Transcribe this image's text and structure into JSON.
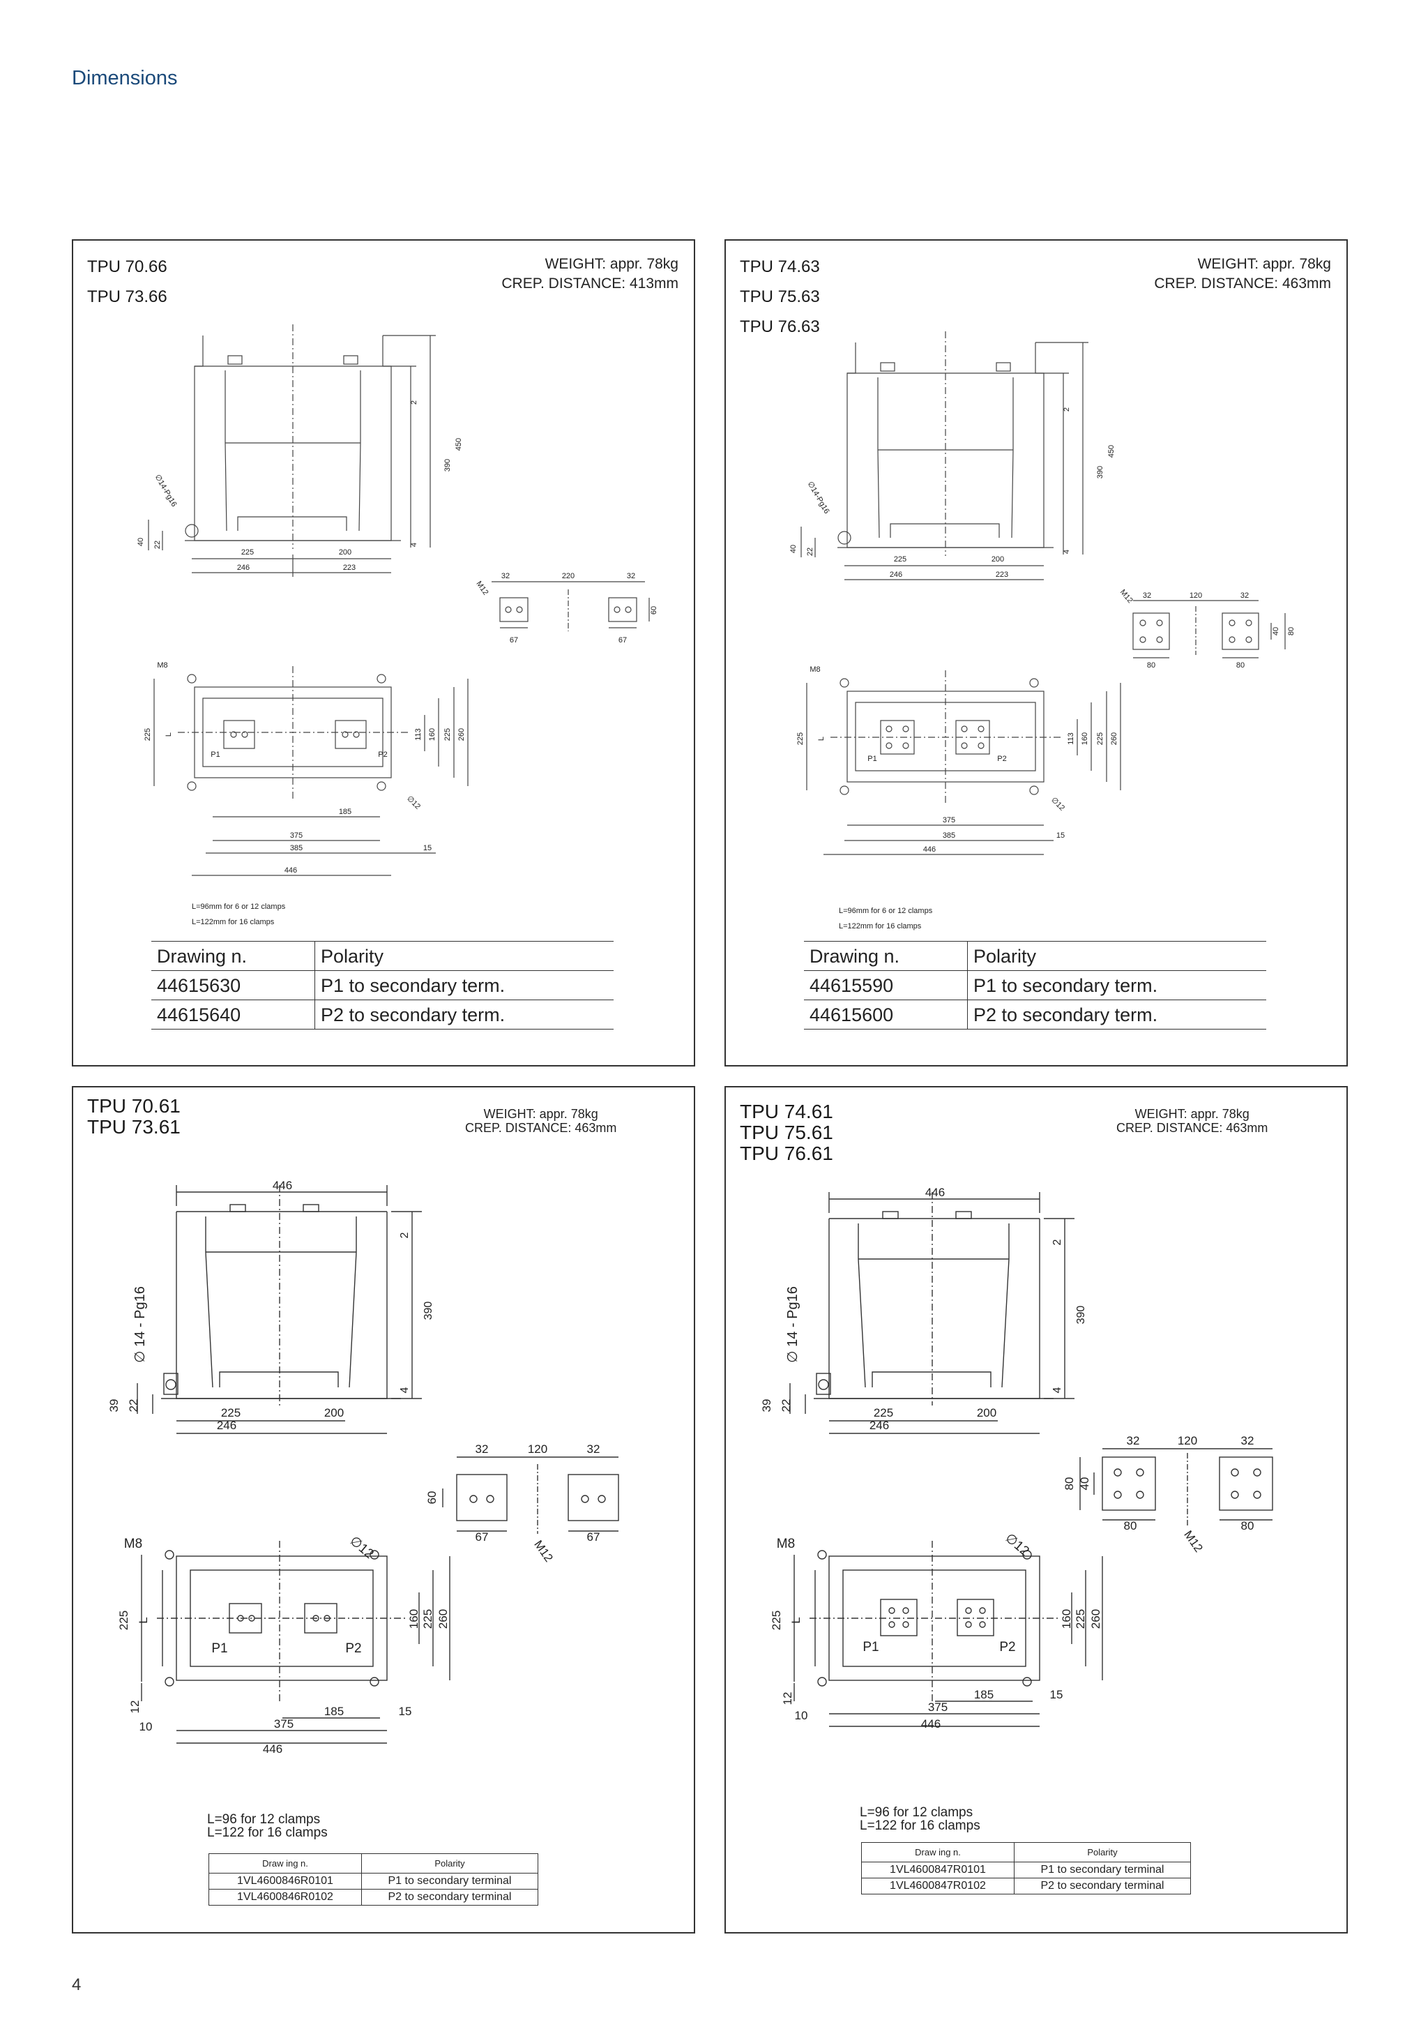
{
  "page_title": "Dimensions",
  "page_number": "4",
  "panels": [
    {
      "models": [
        "TPU 70.66",
        "TPU 73.66"
      ],
      "weight": "WEIGHT: appr. 78kg",
      "creep": "CREP. DISTANCE: 413mm",
      "notes": [
        "L=96mm for 6 or 12 clamps",
        "L=122mm for 16 clamps"
      ],
      "table": {
        "headers": [
          "Drawing n.",
          "Polarity"
        ],
        "rows": [
          [
            "44615630",
            "P1 to secondary term."
          ],
          [
            "44615640",
            "P2 to secondary term."
          ]
        ]
      },
      "dims": {
        "d2": "2",
        "d390": "390",
        "d450": "450",
        "d4": "4",
        "gland": "∅14-Pg16",
        "d40": "40",
        "d22": "22",
        "d225a": "225",
        "d200": "200",
        "d246": "246",
        "d223": "223",
        "d32a": "32",
        "d220": "220",
        "d32b": "32",
        "m12": "M12",
        "d60": "60",
        "d67a": "67",
        "d67b": "67",
        "m8": "M8",
        "d225v": "225",
        "dL": "L",
        "p1": "P1",
        "p2": "P2",
        "d113": "113",
        "d160": "160",
        "d225r": "225",
        "d260": "260",
        "hole": "∅12",
        "d185": "185",
        "d375": "375",
        "d385": "385",
        "d15": "15",
        "d446": "446"
      }
    },
    {
      "models": [
        "TPU 74.63",
        "TPU 75.63",
        "TPU 76.63"
      ],
      "weight": "WEIGHT: appr. 78kg",
      "creep": "CREP. DISTANCE: 463mm",
      "notes": [
        "L=96mm for 6 or 12 clamps",
        "L=122mm for 16 clamps"
      ],
      "table": {
        "headers": [
          "Drawing n.",
          "Polarity"
        ],
        "rows": [
          [
            "44615590",
            "P1 to secondary term."
          ],
          [
            "44615600",
            "P2 to secondary term."
          ]
        ]
      },
      "dims": {
        "d2": "2",
        "d390": "390",
        "d450": "450",
        "d4": "4",
        "gland": "∅14-Pg16",
        "d40": "40",
        "d22": "22",
        "d225a": "225",
        "d200": "200",
        "d246": "246",
        "d223": "223",
        "d32a": "32",
        "d120": "120",
        "d32b": "32",
        "m12": "M12",
        "d40r": "40",
        "d80r": "80",
        "d80a": "80",
        "d80b": "80",
        "m8": "M8",
        "d225v": "225",
        "dL": "L",
        "p1": "P1",
        "p2": "P2",
        "d113": "113",
        "d160": "160",
        "d225r": "225",
        "d260": "260",
        "hole": "∅12",
        "d375": "375",
        "d385": "385",
        "d15": "15",
        "d446": "446"
      }
    },
    {
      "models": [
        "TPU 70.61",
        "TPU 73.61"
      ],
      "weight": "WEIGHT: appr. 78kg",
      "creep": "CREP. DISTANCE: 463mm",
      "notes": [
        "L=96 for 12 clamps",
        "L=122 for 16 clamps"
      ],
      "table": {
        "headers": [
          "Draw ing n.",
          "Polarity"
        ],
        "rows": [
          [
            "1VL4600846R0101",
            "P1 to secondary terminal"
          ],
          [
            "1VL4600846R0102",
            "P2 to secondary terminal"
          ]
        ]
      },
      "dims": {
        "d446top": "446",
        "d2": "2",
        "d390": "390",
        "d4": "4",
        "gland": "∅ 14 - Pg16",
        "d39": "39",
        "d22": "22",
        "d225a": "225",
        "d200": "200",
        "d246": "246",
        "d32a": "32",
        "d120": "120",
        "d32b": "32",
        "d60": "60",
        "d67a": "67",
        "d67b": "67",
        "m12": "M12",
        "m8": "M8",
        "hole": "∅12",
        "d225v": "225",
        "dL": "L",
        "p1": "P1",
        "p2": "P2",
        "d160": "160",
        "d225r": "225",
        "d260": "260",
        "d12": "12",
        "d10": "10",
        "d185": "185",
        "d15": "15",
        "d375": "375",
        "d446": "446"
      }
    },
    {
      "models": [
        "TPU 74.61",
        "TPU 75.61",
        "TPU 76.61"
      ],
      "weight": "WEIGHT: appr. 78kg",
      "creep": "CREP. DISTANCE: 463mm",
      "notes": [
        "L=96 for 12 clamps",
        "L=122 for 16 clamps"
      ],
      "table": {
        "headers": [
          "Draw ing n.",
          "Polarity"
        ],
        "rows": [
          [
            "1VL4600847R0101",
            "P1 to secondary terminal"
          ],
          [
            "1VL4600847R0102",
            "P2 to secondary terminal"
          ]
        ]
      },
      "dims": {
        "d446top": "446",
        "d2": "2",
        "d390": "390",
        "d4": "4",
        "gland": "∅ 14 - Pg16",
        "d39": "39",
        "d22": "22",
        "d225a": "225",
        "d200": "200",
        "d246": "246",
        "d32a": "32",
        "d120": "120",
        "d32b": "32",
        "d80": "80",
        "d40": "40",
        "d80a": "80",
        "d80b": "80",
        "m12": "M12",
        "m8": "M8",
        "hole": "∅12",
        "d225v": "225",
        "dL": "L",
        "p1": "P1",
        "p2": "P2",
        "d160": "160",
        "d225r": "225",
        "d260": "260",
        "d12": "12",
        "d10": "10",
        "d185": "185",
        "d15": "15",
        "d375": "375",
        "d446": "446"
      }
    }
  ]
}
